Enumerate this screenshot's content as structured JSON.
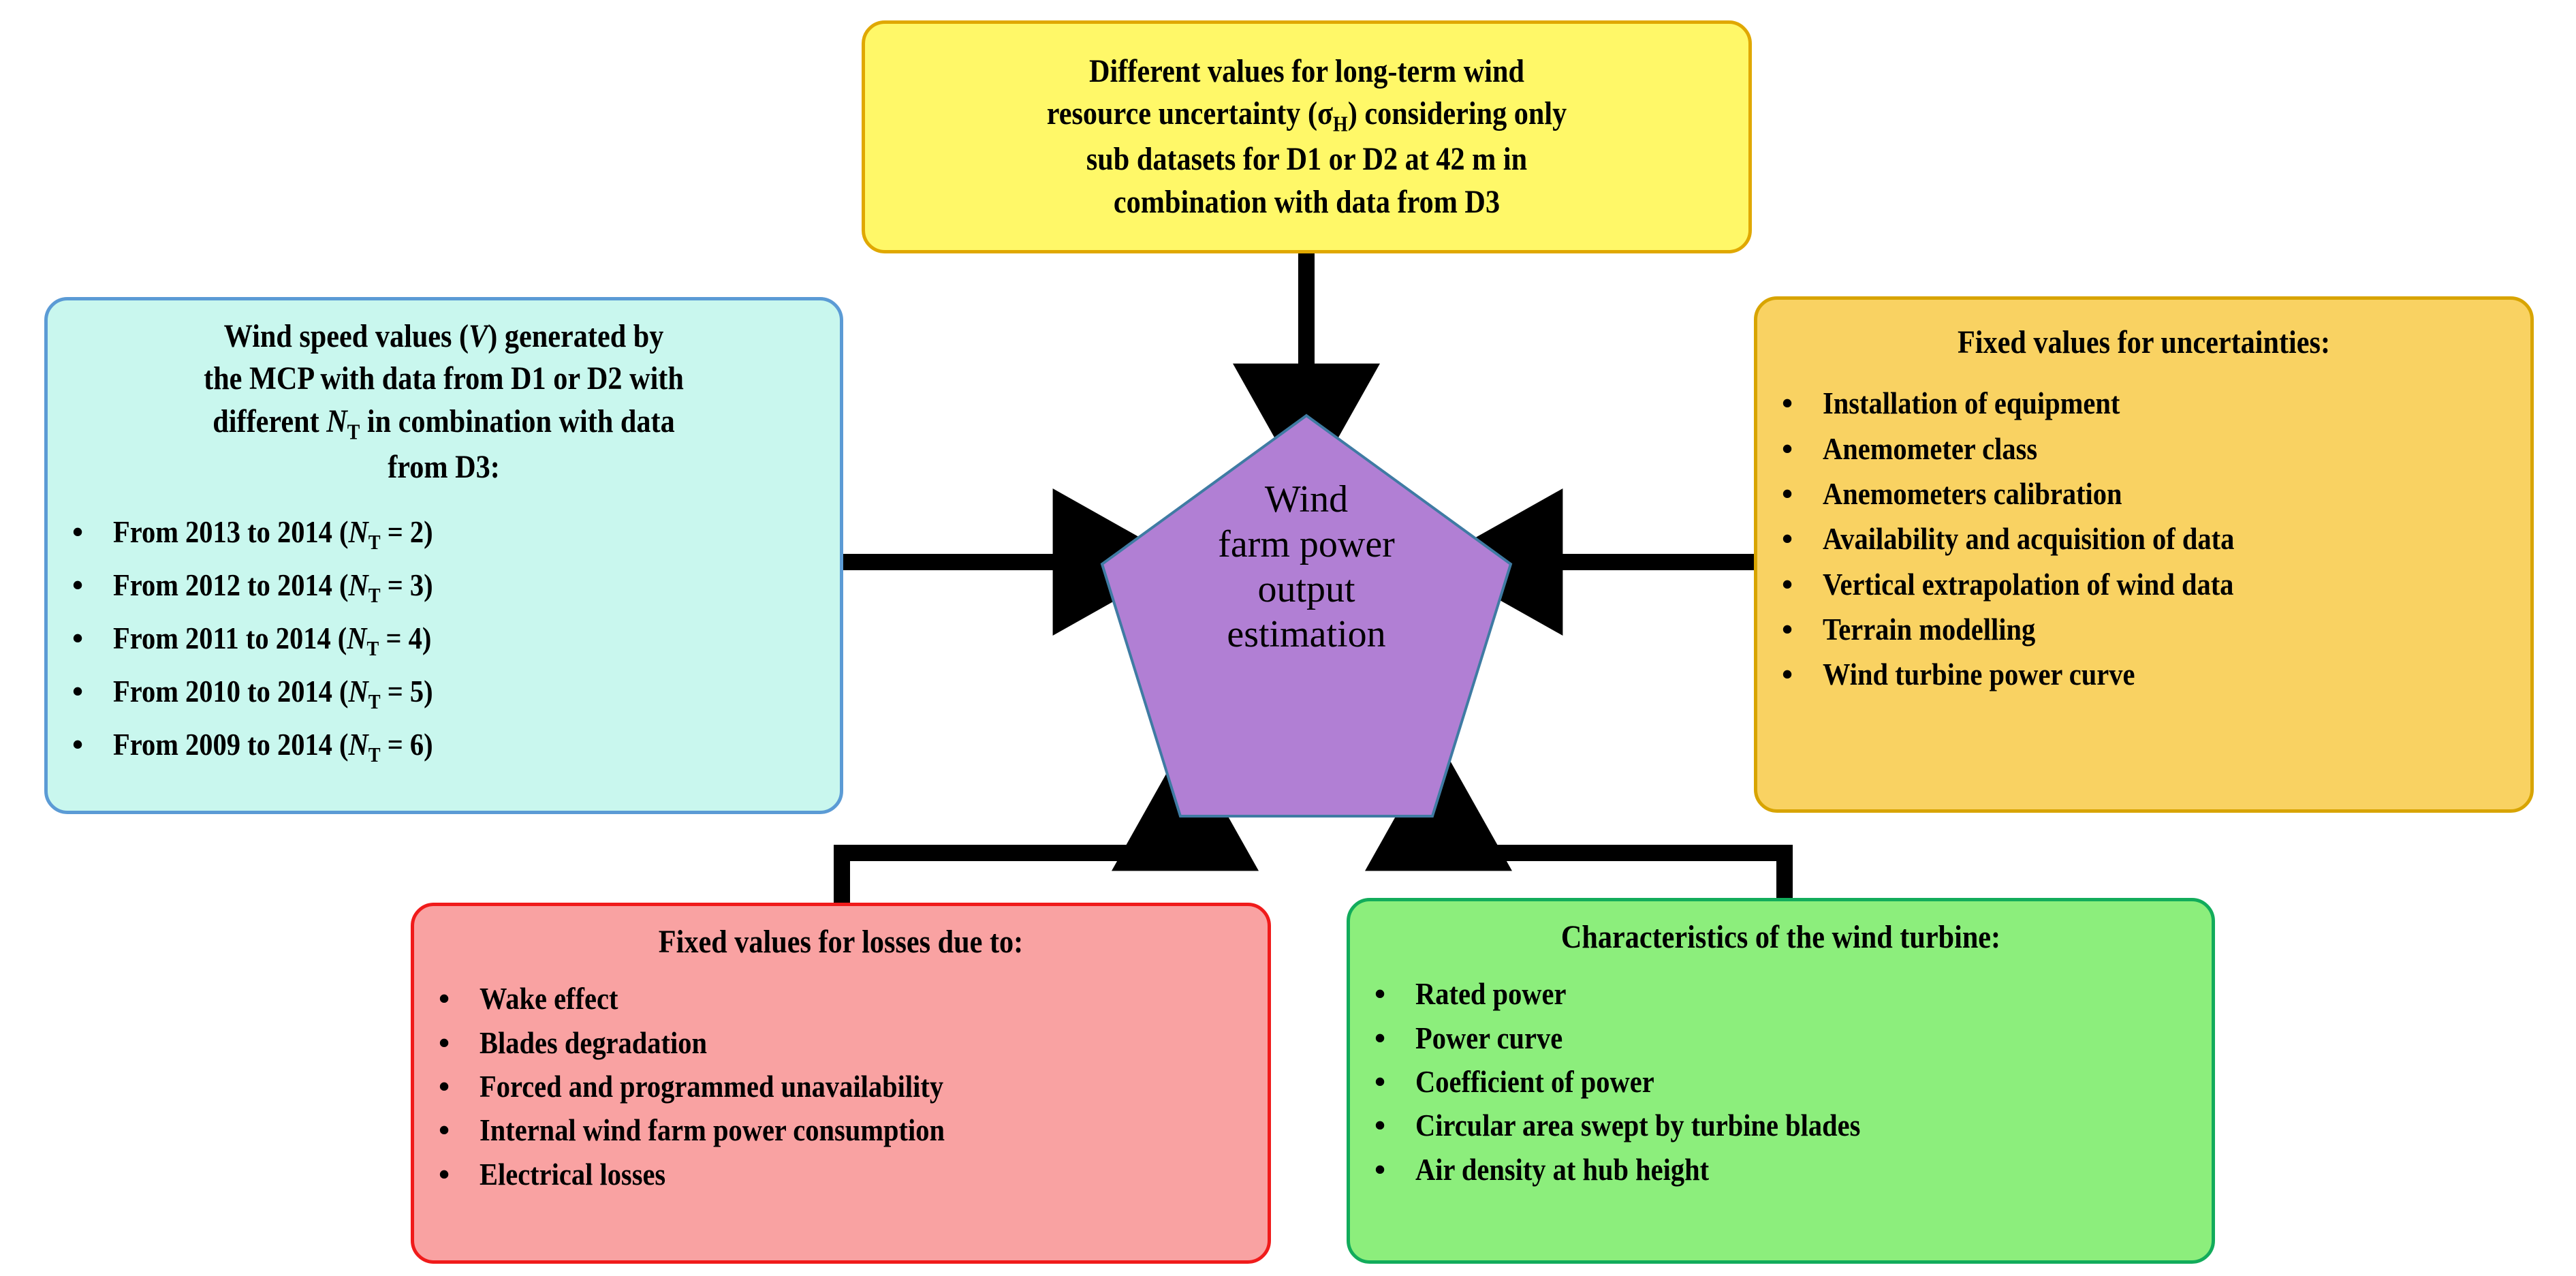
{
  "diagram": {
    "title": "Wind farm power output estimation inputs",
    "center": {
      "label": "Wind\nfarm power\noutput\nestimation",
      "shape": "pentagon",
      "fill_color": "#b17fd4",
      "stroke_color": "#3f7ba3"
    },
    "nodes": {
      "top": {
        "id": "long-term-uncertainty",
        "title": "Different values for long-term wind\nresource uncertainty (σH) considering only\nsub datasets for D1 or D2 at 42 m in\ncombination with data from D3",
        "fill_color": "#fff868",
        "border_color": "#e0a800",
        "items": []
      },
      "left": {
        "id": "wind-speed-values",
        "title": "Wind speed values (V) generated by\nthe MCP with data from D1 or D2 with\ndifferent NT in combination with data\nfrom D3:",
        "fill_color": "#c9f7ee",
        "border_color": "#5b9bd5",
        "items": [
          "From 2013 to 2014 (NT = 2)",
          "From 2012 to 2014 (NT = 3)",
          "From 2011 to 2014 (NT = 4)",
          "From 2010 to 2014 (NT = 5)",
          "From 2009 to 2014 (NT = 6)"
        ]
      },
      "right": {
        "id": "fixed-uncertainties",
        "title": "Fixed values for uncertainties:",
        "fill_color": "#f9d262",
        "border_color": "#d8a400",
        "items": [
          "Installation of equipment",
          "Anemometer class",
          "Anemometers calibration",
          "Availability and acquisition of data",
          "Vertical extrapolation of wind data",
          "Terrain modelling",
          "Wind turbine power curve"
        ]
      },
      "bottom_left": {
        "id": "fixed-losses",
        "title": "Fixed values for losses due to:",
        "fill_color": "#f9a2a2",
        "border_color": "#f01b1b",
        "items": [
          "Wake effect",
          "Blades degradation",
          "Forced and programmed unavailability",
          "Internal wind farm power consumption",
          "Electrical losses"
        ]
      },
      "bottom_right": {
        "id": "turbine-characteristics",
        "title": "Characteristics of the wind turbine:",
        "fill_color": "#8cee7c",
        "border_color": "#12ac5b",
        "items": [
          "Rated power",
          "Power curve",
          "Coefficient of power",
          "Circular area swept by turbine blades",
          "Air density at hub height"
        ]
      }
    },
    "connectors": [
      {
        "from": "top",
        "to": "center",
        "direction": "down"
      },
      {
        "from": "left",
        "to": "center",
        "direction": "right"
      },
      {
        "from": "right",
        "to": "center",
        "direction": "left"
      },
      {
        "from": "bottom_left",
        "to": "center",
        "direction": "up-elbow"
      },
      {
        "from": "bottom_right",
        "to": "center",
        "direction": "up-elbow"
      }
    ]
  }
}
